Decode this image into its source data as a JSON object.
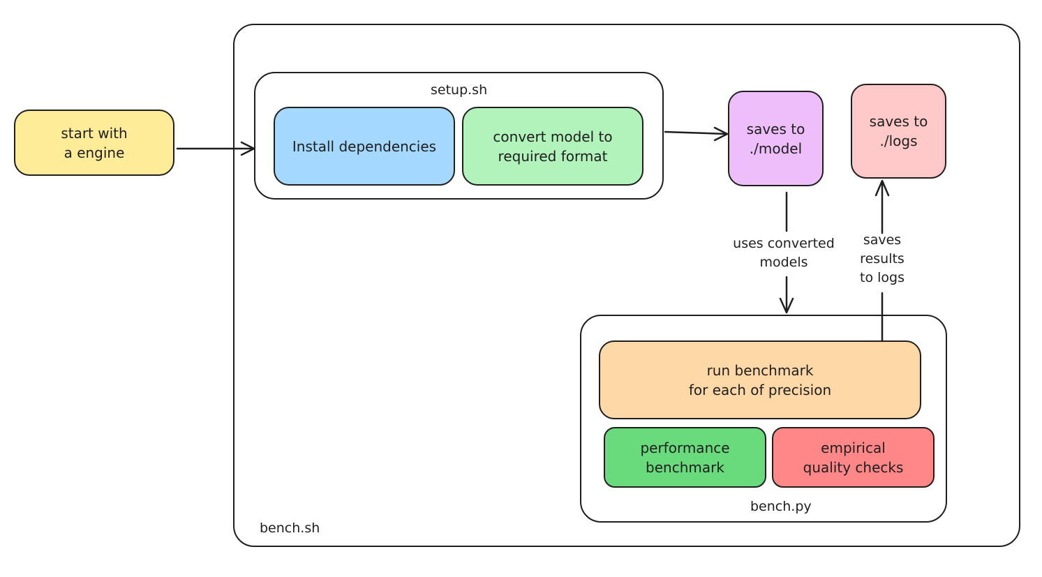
{
  "nodes": {
    "start": "start with\na engine",
    "install": "Install dependencies",
    "convert": "convert model to\nrequired format",
    "save_model": "saves to\n./model",
    "save_logs": "saves to\n./logs",
    "run": "run benchmark\nfor each of precision",
    "performance": "performance\nbenchmark",
    "quality": "empirical\nquality checks"
  },
  "groups": {
    "bench_sh": "bench.sh",
    "setup_sh": "setup.sh",
    "bench_py": "bench.py"
  },
  "edges": {
    "uses_converted": "uses converted\nmodels",
    "saves_results": "saves\nresults\nto logs"
  },
  "colors": {
    "start": "#ffec99",
    "install": "#a5d8ff",
    "convert": "#b2f2bb",
    "save_model": "#eebefa",
    "save_logs": "#ffc9c9",
    "run": "#ffd8a8",
    "performance": "#69db7c",
    "quality": "#ff8787",
    "stroke": "#1e1e1e"
  }
}
